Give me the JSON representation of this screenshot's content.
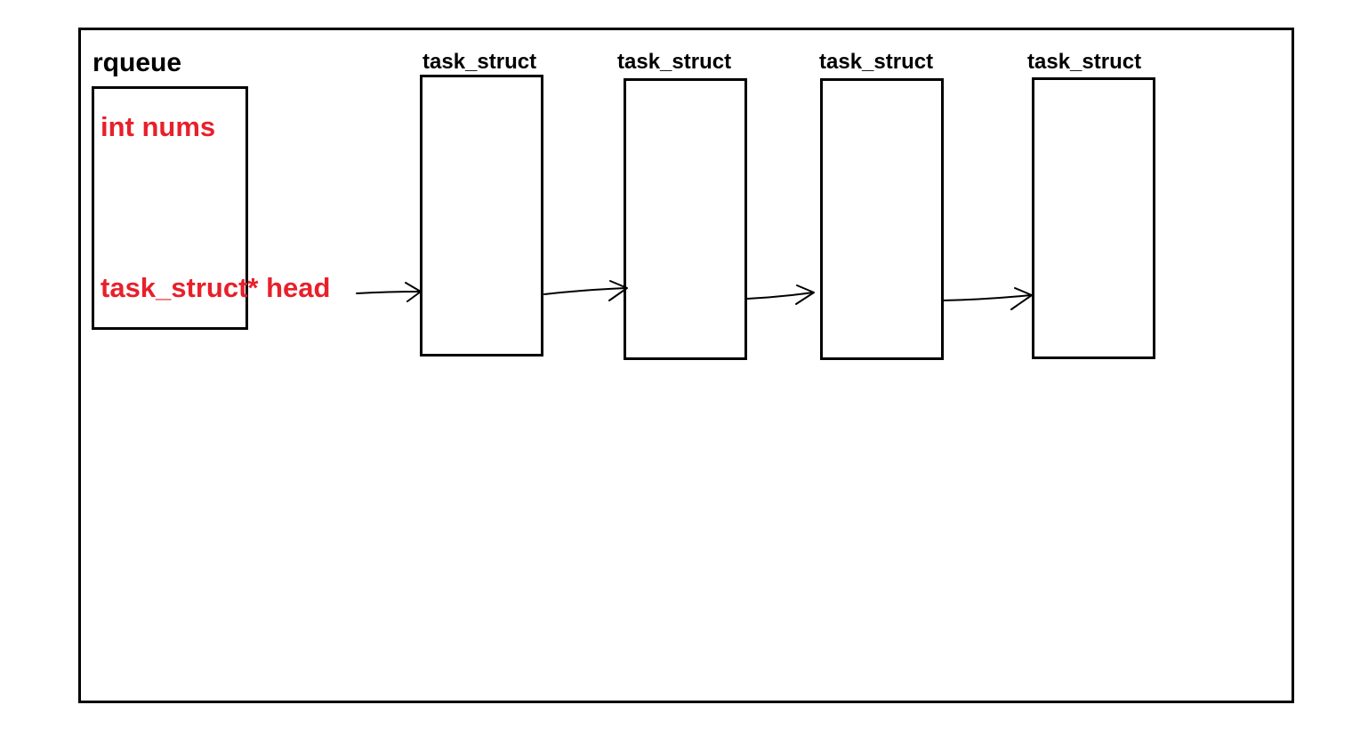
{
  "diagram": {
    "rqueue": {
      "title": "rqueue",
      "fields": [
        "int nums",
        "task_struct* head"
      ]
    },
    "nodes": [
      {
        "label": "task_struct"
      },
      {
        "label": "task_struct"
      },
      {
        "label": "task_struct"
      },
      {
        "label": "task_struct"
      }
    ],
    "edges": [
      {
        "from": "rqueue.head",
        "to": "node-1"
      },
      {
        "from": "node-1",
        "to": "node-2"
      },
      {
        "from": "node-2",
        "to": "node-3"
      },
      {
        "from": "node-3",
        "to": "node-4"
      }
    ]
  },
  "colors": {
    "field_text": "#e8202a",
    "ink": "#000000",
    "background": "#ffffff"
  }
}
